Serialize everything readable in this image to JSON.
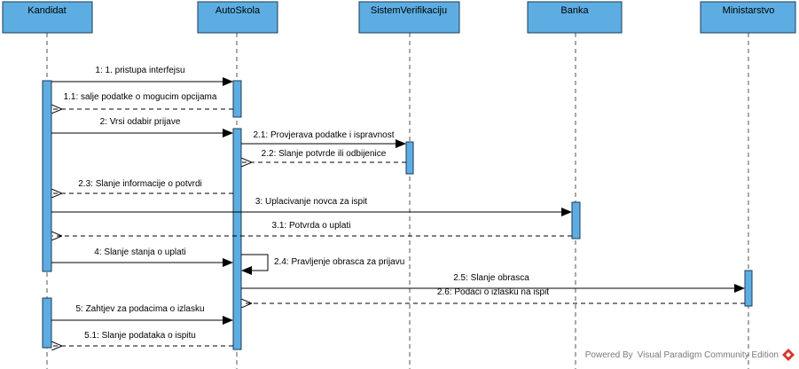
{
  "lifelines": [
    {
      "id": "kandidat",
      "title": "Kandidat"
    },
    {
      "id": "autoskola",
      "title": "AutoSkola"
    },
    {
      "id": "sistem",
      "title": "SistemVerifikaciju"
    },
    {
      "id": "banka",
      "title": "Banka"
    },
    {
      "id": "ministarstvo",
      "title": "Ministarstvo"
    }
  ],
  "messages": [
    {
      "label": "1: 1. pristupa interfejsu",
      "from": "kandidat",
      "to": "autoskola",
      "kind": "call"
    },
    {
      "label": "1.1: salje podatke o mogucim opcijama",
      "from": "autoskola",
      "to": "kandidat",
      "kind": "reply"
    },
    {
      "label": "2: Vrsi odabir prijave",
      "from": "kandidat",
      "to": "autoskola",
      "kind": "call"
    },
    {
      "label": "2.1: Provjerava podatke i ispravnost",
      "from": "autoskola",
      "to": "sistem",
      "kind": "call"
    },
    {
      "label": "2.2: Slanje potvrde ili odbijenice",
      "from": "sistem",
      "to": "autoskola",
      "kind": "reply"
    },
    {
      "label": "2.3: Slanje informacije o potvrdi",
      "from": "autoskola",
      "to": "kandidat",
      "kind": "reply"
    },
    {
      "label": "3: Uplacivanje novca za ispit",
      "from": "kandidat",
      "to": "banka",
      "kind": "call"
    },
    {
      "label": "3.1: Potvrda o uplati",
      "from": "banka",
      "to": "kandidat",
      "kind": "reply"
    },
    {
      "label": "4: Slanje stanja o uplati",
      "from": "kandidat",
      "to": "autoskola",
      "kind": "call"
    },
    {
      "label": "2.4: Pravljenje obrasca za prijavu",
      "from": "autoskola",
      "to": "autoskola",
      "kind": "self"
    },
    {
      "label": "2.5: Slanje obrasca",
      "from": "autoskola",
      "to": "ministarstvo",
      "kind": "call"
    },
    {
      "label": "2.6: Podaci o izlasku na ispit",
      "from": "ministarstvo",
      "to": "autoskola",
      "kind": "reply"
    },
    {
      "label": "5: Zahtjev za podacima o izlasku",
      "from": "kandidat",
      "to": "autoskola",
      "kind": "call"
    },
    {
      "label": "5.1: Slanje podataka o ispitu",
      "from": "autoskola",
      "to": "kandidat",
      "kind": "reply"
    }
  ],
  "watermark": "Powered By Visual Paradigm Community Edition",
  "colors": {
    "lifeline_fill": "#5dade2",
    "lifeline_stroke": "#1b3a57",
    "logo_red": "#d9352b"
  }
}
